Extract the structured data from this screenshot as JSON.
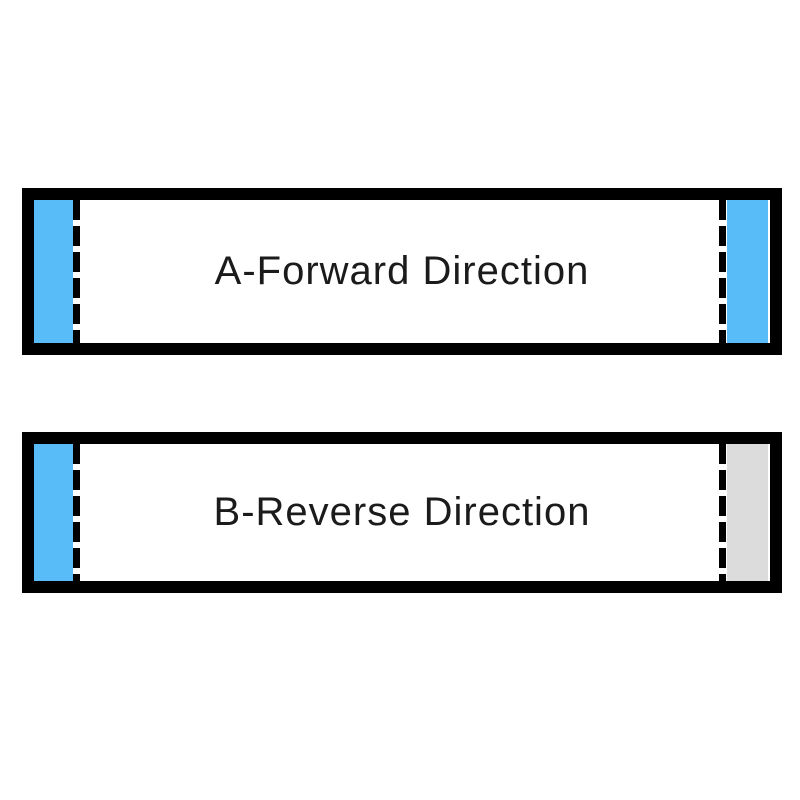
{
  "diagram": {
    "background": "#FFFFFF",
    "outline_color": "#000000",
    "cables": [
      {
        "id": "A",
        "label": "A-Forward Direction",
        "left_strip_color": "#58BCF8",
        "right_strip_color": "#58BCF8"
      },
      {
        "id": "B",
        "label": "B-Reverse Direction",
        "left_strip_color": "#58BCF8",
        "right_strip_color": "#DCDCDC"
      }
    ],
    "colors": {
      "contact_blue": "#58BCF8",
      "contact_gray": "#DCDCDC"
    }
  }
}
